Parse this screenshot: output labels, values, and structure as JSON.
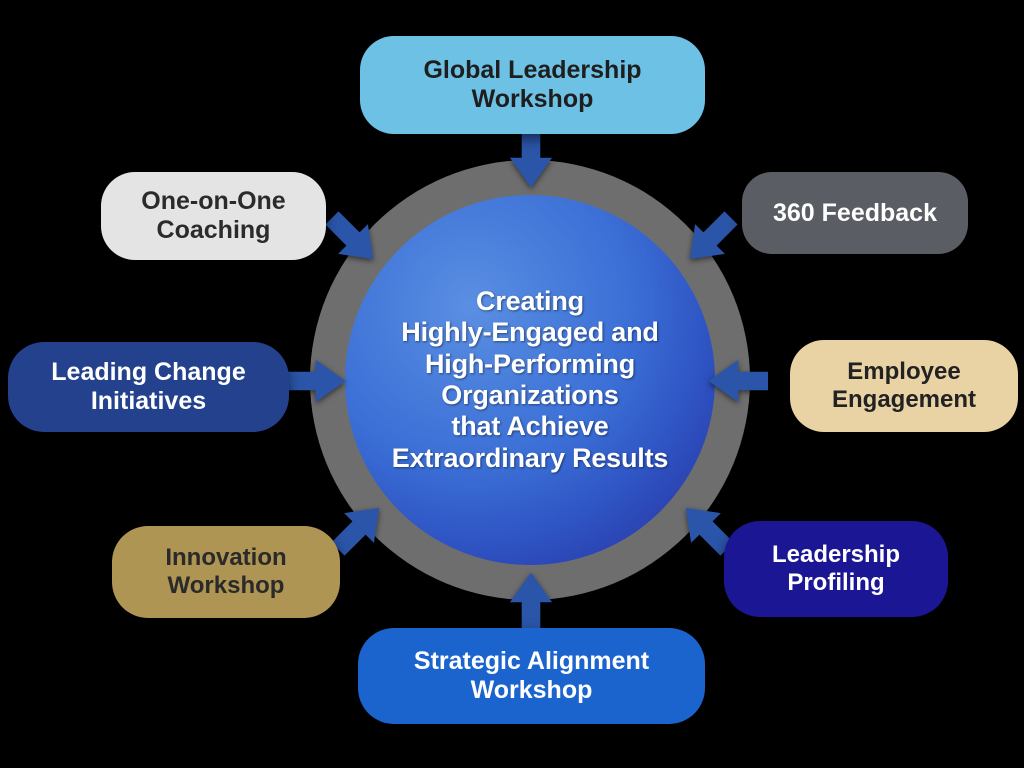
{
  "diagram": {
    "hub": {
      "text": "Creating\nHighly-Engaged and\nHigh-Performing\nOrganizations\nthat Achieve\nExtraordinary Results",
      "ring_color": "#6e6e6e",
      "fill_gradient_from": "#5b8fe3",
      "fill_gradient_to": "#27309c",
      "text_color": "#ffffff"
    },
    "arrow_color": "#2b55a8",
    "background_color": "#000000",
    "nodes": [
      {
        "id": "global-leadership-workshop",
        "label": "Global Leadership\nWorkshop",
        "position": "top",
        "background": "#6dc1e4",
        "text_color": "#1e1e1e",
        "arrow": "arrow-down"
      },
      {
        "id": "360-feedback",
        "label": "360 Feedback",
        "position": "top-right",
        "background": "#5a5d63",
        "text_color": "#ffffff",
        "arrow": "arrow-down-left"
      },
      {
        "id": "employee-engagement",
        "label": "Employee\nEngagement",
        "position": "right",
        "background": "#e9d3a5",
        "text_color": "#222222",
        "arrow": "arrow-left"
      },
      {
        "id": "leadership-profiling",
        "label": "Leadership\nProfiling",
        "position": "bottom-right",
        "background": "#1b1693",
        "text_color": "#ffffff",
        "arrow": "arrow-up-left"
      },
      {
        "id": "strategic-alignment-workshop",
        "label": "Strategic Alignment\nWorkshop",
        "position": "bottom",
        "background": "#1b64ce",
        "text_color": "#ffffff",
        "arrow": "arrow-up"
      },
      {
        "id": "innovation-workshop",
        "label": "Innovation\nWorkshop",
        "position": "bottom-left",
        "background": "#af9553",
        "text_color": "#2a2a2a",
        "arrow": "arrow-up-right"
      },
      {
        "id": "leading-change-initiatives",
        "label": "Leading Change\nInitiatives",
        "position": "left",
        "background": "#23418c",
        "text_color": "#ffffff",
        "arrow": "arrow-right"
      },
      {
        "id": "one-on-one-coaching",
        "label": "One-on-One\nCoaching",
        "position": "top-left",
        "background": "#e4e4e4",
        "text_color": "#2b2b2b",
        "arrow": "arrow-down-right"
      }
    ]
  }
}
